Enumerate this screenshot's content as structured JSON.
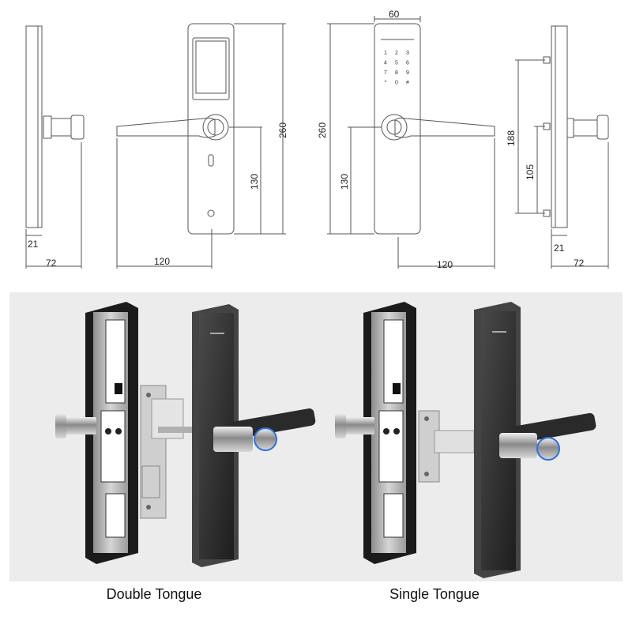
{
  "dimensions": {
    "side_left_width": "72",
    "side_left_base": "21",
    "front_left_handle": "120",
    "front_left_spindle": "130",
    "front_left_height": "260",
    "front_right_width": "60",
    "front_right_height": "260",
    "front_right_spindle": "130",
    "front_right_handle": "120",
    "side_right_upper": "188",
    "side_right_lower": "105",
    "side_right_base": "21",
    "side_right_width": "72"
  },
  "keypad": [
    "1",
    "2",
    "3",
    "4",
    "5",
    "6",
    "7",
    "8",
    "9",
    "*",
    "0",
    "#"
  ],
  "captions": {
    "left": "Double Tongue",
    "right": "Single Tongue"
  },
  "colors": {
    "line": "#555555",
    "panel_bg": "#ececec",
    "metal": "#b9b9b9",
    "dark": "#2b2b2b"
  }
}
